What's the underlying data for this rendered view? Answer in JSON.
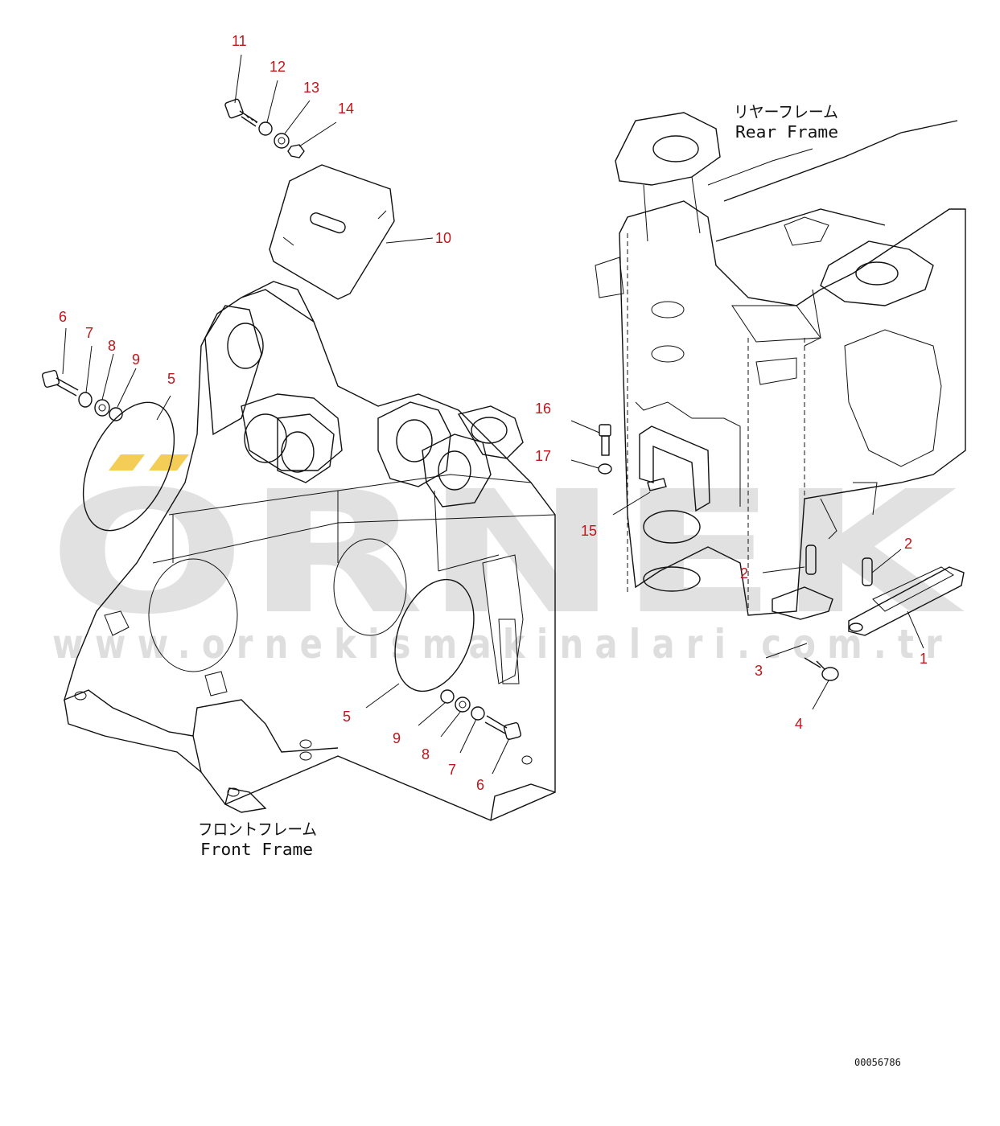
{
  "colors": {
    "callout": "#c0161c",
    "watermark": "#c9c9c9",
    "watermark_accent": "#f2c842",
    "line": "#111111"
  },
  "labels": {
    "rear_frame_jp": "リヤーフレーム",
    "rear_frame_en": "Rear Frame",
    "front_frame_jp": "フロントフレーム",
    "front_frame_en": "Front Frame"
  },
  "watermark": {
    "brand": "ORNEK",
    "url": "www.ornekismakinalari.com.tr"
  },
  "drawing_number": "00056786",
  "callouts": [
    "11",
    "12",
    "13",
    "14",
    "10",
    "6",
    "7",
    "8",
    "9",
    "5",
    "16",
    "17",
    "15",
    "2",
    "2",
    "1",
    "3",
    "4",
    "5",
    "9",
    "8",
    "7",
    "6"
  ]
}
